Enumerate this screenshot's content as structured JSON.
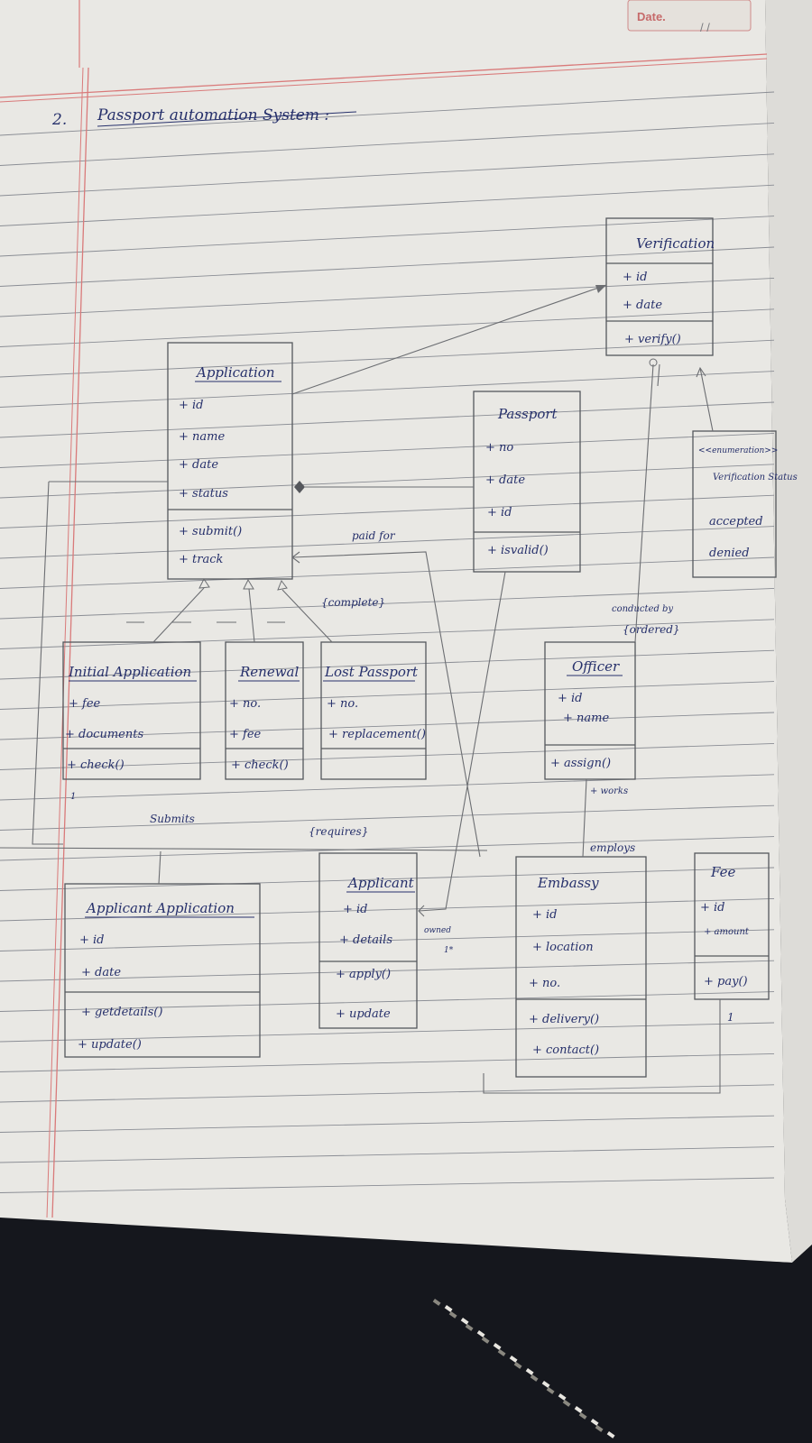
{
  "page": {
    "date_label": "Date.",
    "date_value": "/ /",
    "number": "2.",
    "title": "Passport automation System :"
  },
  "classes": {
    "verification": {
      "name": "Verification",
      "attributes": [
        "+ id",
        "+ date"
      ],
      "methods": [
        "+ verify()"
      ]
    },
    "application": {
      "name": "Application",
      "attributes": [
        "+ id",
        "+ name",
        "+ date",
        "+ status"
      ],
      "methods": [
        "+ submit()",
        "+ track"
      ]
    },
    "passport": {
      "name": "Passport",
      "attributes": [
        "+ no",
        "+ date",
        "+ id"
      ],
      "methods": [
        "+ isvalid()"
      ]
    },
    "enumeration": {
      "stereotype": "<<enumeration>>",
      "name": "Verification Status",
      "literals": [
        "accepted",
        "denied"
      ]
    },
    "initial_application": {
      "name": "Initial Application",
      "attributes": [
        "+ fee",
        "+ documents"
      ],
      "methods": [
        "+ check()"
      ]
    },
    "renewal": {
      "name": "Renewal",
      "attributes": [
        "+ no.",
        "+ fee"
      ],
      "methods": [
        "+ check()"
      ]
    },
    "lost_passport": {
      "name": "Lost Passport",
      "attributes": [
        "+ no.",
        "+ replacement()"
      ],
      "methods": []
    },
    "officer": {
      "name": "Officer",
      "attributes": [
        "+ id",
        "+ name"
      ],
      "methods": [
        "+ assign()"
      ]
    },
    "applicant_application": {
      "name": "Applicant Application",
      "attributes": [
        "+ id",
        "+ date"
      ],
      "methods": [
        "+ getdetails()",
        "+ update()"
      ]
    },
    "applicant": {
      "name": "Applicant",
      "attributes": [
        "+ id",
        "+ details"
      ],
      "methods": [
        "+ apply()",
        "+ update"
      ]
    },
    "embassy": {
      "name": "Embassy",
      "attributes": [
        "+ id",
        "+ location",
        "+ no."
      ],
      "methods": [
        "+ delivery()",
        "+ contact()"
      ]
    },
    "fee": {
      "name": "Fee",
      "attributes": [
        "+ id",
        "+ amount"
      ],
      "methods": [
        "+ pay()"
      ]
    }
  },
  "relations": {
    "paid_for": "paid for",
    "complete": "{complete}",
    "conducted_by": "conducted by",
    "ordered": "{ordered}",
    "submits": "Submits",
    "requires": "{requires}",
    "works": "+ works",
    "employs": "employs",
    "owned": "owned",
    "one_star": "1*",
    "mult_one_applicant_app": "1",
    "mult_one_fee": "1"
  },
  "colors": {
    "ink": "#26306b",
    "pencil": "#55575c",
    "margin": "#d97a7a",
    "rule": "#8a8d94",
    "paper": "#e9e8e4"
  }
}
